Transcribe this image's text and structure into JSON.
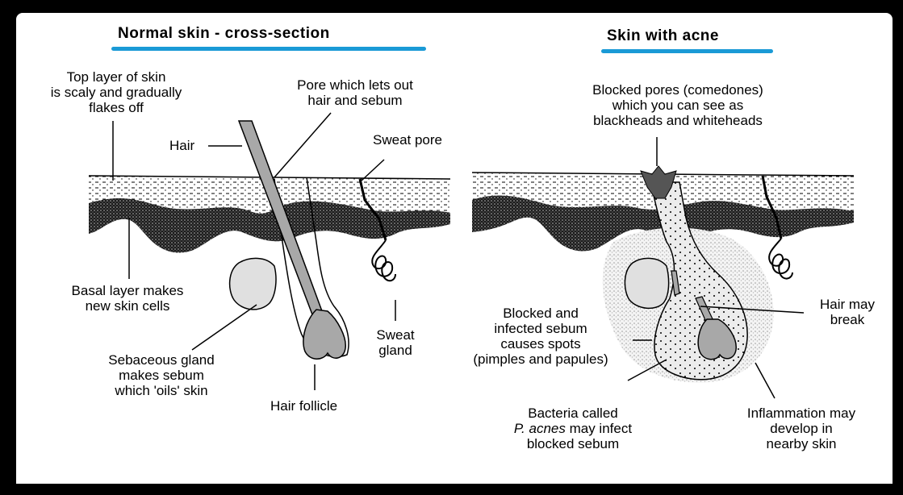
{
  "titles": {
    "normal": "Normal skin - cross-section",
    "acne": "Skin with acne"
  },
  "labels": {
    "top_layer": [
      "Top layer of skin",
      "is scaly and gradually",
      "flakes off"
    ],
    "pore": [
      "Pore which lets out",
      "hair and sebum"
    ],
    "hair": "Hair",
    "sweat_pore": "Sweat pore",
    "basal_layer": [
      "Basal layer makes",
      "new skin cells"
    ],
    "sweat_gland": [
      "Sweat",
      "gland"
    ],
    "sebaceous_gland": [
      "Sebaceous gland",
      "makes sebum",
      "which 'oils' skin"
    ],
    "hair_follicle": "Hair follicle",
    "blocked_pores": [
      "Blocked pores  (comedones)",
      "which you can see as",
      "blackheads and whiteheads"
    ],
    "blocked_infected": [
      "Blocked and",
      "infected sebum",
      "causes spots",
      "(pimples and papules)"
    ],
    "hair_break": [
      "Hair may",
      "break"
    ],
    "bacteria_line1": "Bacteria called",
    "bacteria_italic": "P. acnes",
    "bacteria_line2_rest": " may infect",
    "bacteria_line3": "blocked sebum",
    "inflammation": [
      "Inflammation may",
      "develop in",
      "nearby skin"
    ]
  },
  "colors": {
    "title_underline": "#1a9ad6",
    "gland_fill": "#e0e0e0",
    "hair_fill": "#a8a8a8",
    "blackhead": "#555555"
  }
}
